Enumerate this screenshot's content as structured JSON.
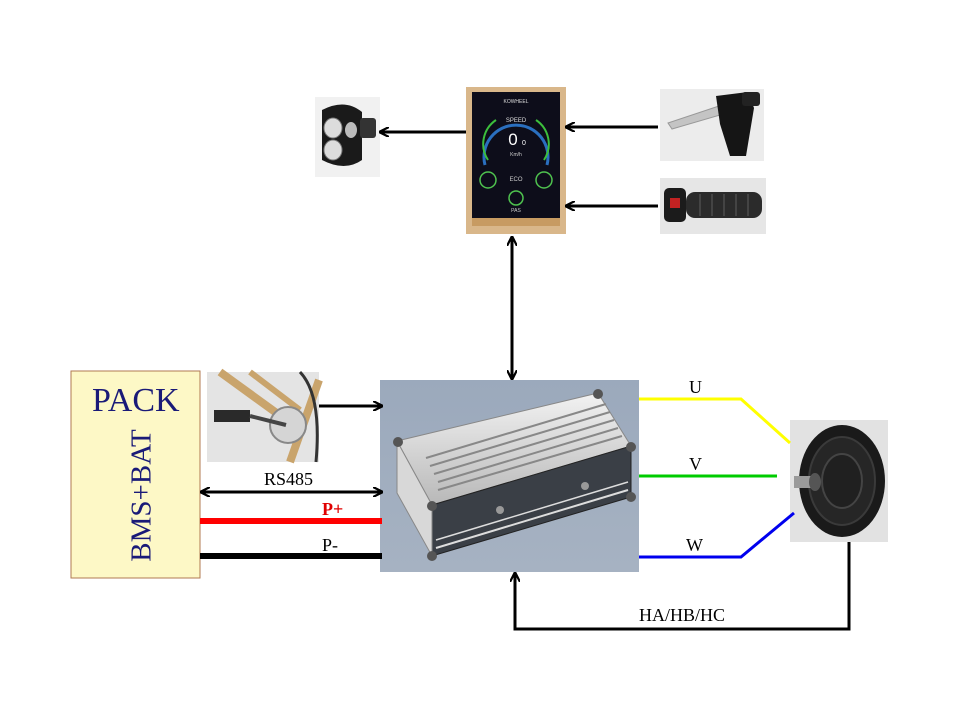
{
  "battery": {
    "title": "PACK",
    "subtitle": "BMS+BAT"
  },
  "labels": {
    "rs485": "RS485",
    "p_plus": "P+",
    "p_minus": "P-",
    "phase_u": "U",
    "phase_v": "V",
    "phase_w": "W",
    "hall": "HA/HB/HC"
  },
  "display": {
    "brand": "KOWHEEL",
    "speed_label": "SPEED",
    "speed_value": "0",
    "speed_decimal": "0",
    "speed_unit": "Km/h",
    "mode": "ECO",
    "pas_label": "PAS"
  },
  "colors": {
    "phase_u": "#ffff00",
    "phase_v": "#00cc00",
    "phase_w": "#0000ee",
    "p_plus": "#ff0000",
    "p_minus": "#000000",
    "battery_fill": "#fdf8c6",
    "battery_text": "#1a1a78"
  },
  "components": [
    "headlight",
    "display",
    "brake-lever",
    "throttle",
    "pedal-sensor",
    "controller",
    "hub-motor",
    "battery-pack"
  ]
}
